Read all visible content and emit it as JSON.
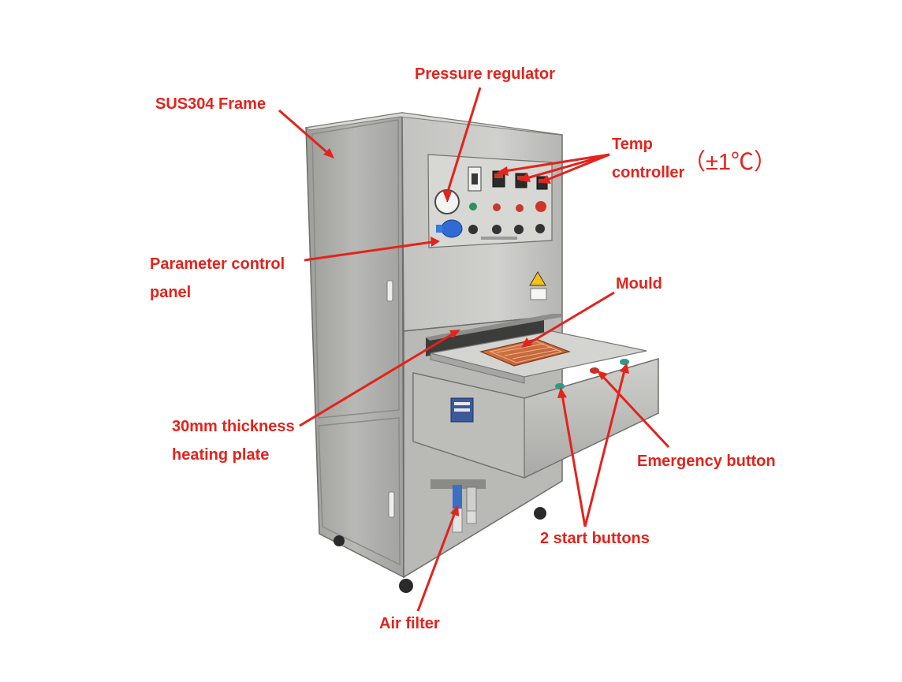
{
  "labels": {
    "pressure_regulator": "Pressure regulator",
    "sus304_frame": "SUS304 Frame",
    "temp_controller_line1": "Temp",
    "temp_controller_line2": "controller",
    "temp_tolerance": "（±1℃）",
    "parameter_panel_line1": "Parameter control",
    "parameter_panel_line2": "panel",
    "mould": "Mould",
    "heating_plate_line1": "30mm thickness",
    "heating_plate_line2": "heating plate",
    "emergency_button": "Emergency button",
    "start_buttons": "2 start buttons",
    "air_filter": "Air filter"
  },
  "colors": {
    "annotation": "#e3231c",
    "steel_light": "#c9c9c6",
    "steel_mid": "#a9a9a6",
    "steel_dark": "#7b7b78",
    "mould": "#c9683f",
    "background": "#ffffff"
  }
}
